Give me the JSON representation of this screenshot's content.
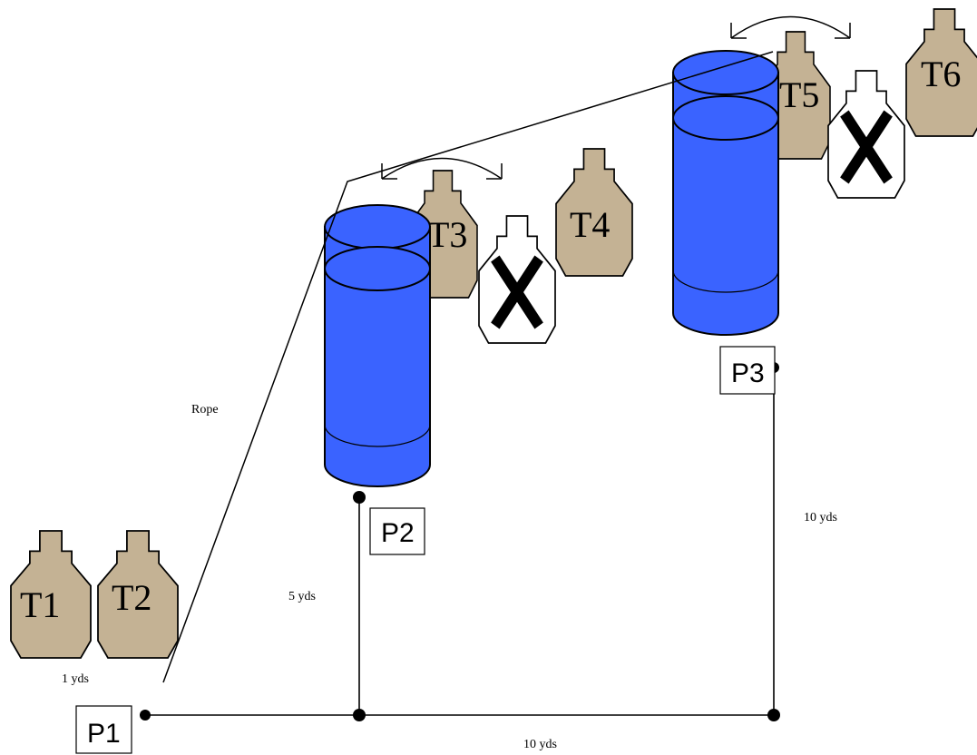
{
  "colors": {
    "target_tan": "#c4b294",
    "barrel_blue": "#3a63ff",
    "line": "#000000",
    "background": "#ffffff"
  },
  "targets": [
    {
      "id": "T1",
      "label": "T1",
      "kind": "shoot"
    },
    {
      "id": "T2",
      "label": "T2",
      "kind": "shoot"
    },
    {
      "id": "T3",
      "label": "T3",
      "kind": "shoot"
    },
    {
      "id": "T4",
      "label": "T4",
      "kind": "shoot"
    },
    {
      "id": "T5",
      "label": "T5",
      "kind": "shoot"
    },
    {
      "id": "T6",
      "label": "T6",
      "kind": "shoot"
    },
    {
      "id": "NS1",
      "label": "",
      "kind": "no-shoot"
    },
    {
      "id": "NS2",
      "label": "",
      "kind": "no-shoot"
    }
  ],
  "positions": [
    {
      "id": "P1",
      "label": "P1"
    },
    {
      "id": "P2",
      "label": "P2"
    },
    {
      "id": "P3",
      "label": "P3"
    }
  ],
  "distances": {
    "t_to_p1": "1 yds",
    "p1_to_p3_horizontal": "10 yds",
    "p2_vertical": "5 yds",
    "p3_vertical": "10 yds"
  },
  "rope_label": "Rope",
  "icons": [
    "target-silhouette-icon",
    "no-shoot-target-icon",
    "barrel-icon",
    "swing-arrow-icon",
    "position-dot-icon"
  ]
}
